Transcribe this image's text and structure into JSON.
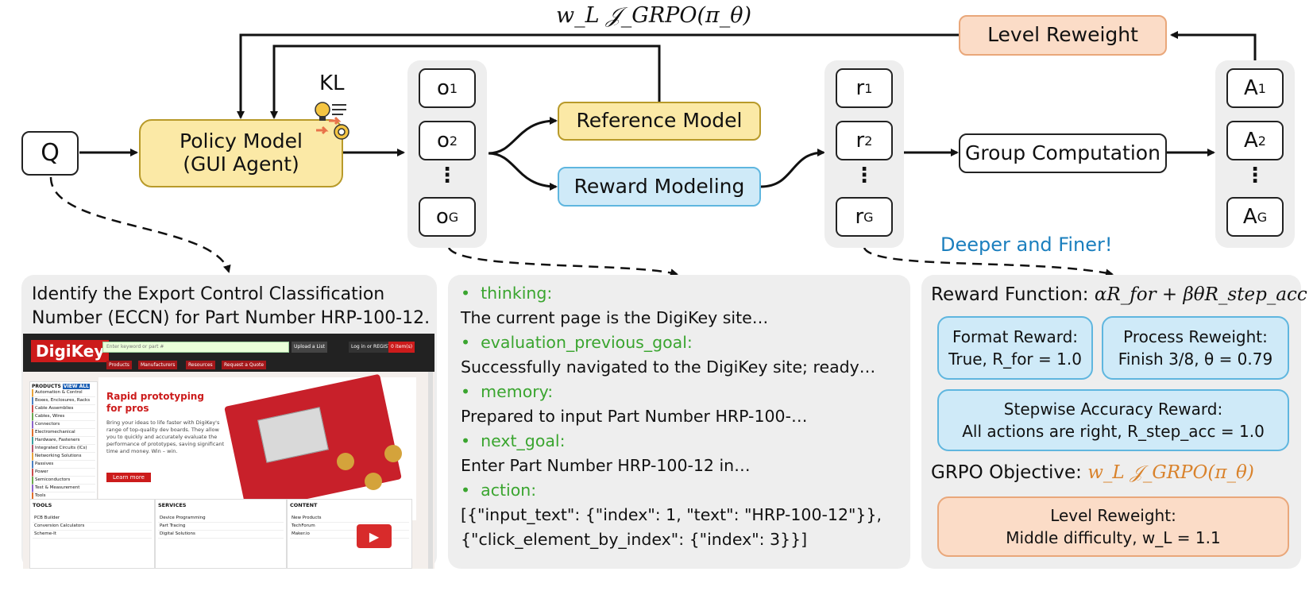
{
  "title_formula": "w_L 𝒥_GRPO(π_θ)",
  "nodes": {
    "q": "Q",
    "policy_line1": "Policy Model",
    "policy_line2": "(GUI Agent)",
    "kl": "KL",
    "reference": "Reference Model",
    "reward_modeling": "Reward Modeling",
    "group_computation": "Group Computation",
    "level_reweight": "Level Reweight"
  },
  "outputs": [
    {
      "base": "o",
      "sub": "1"
    },
    {
      "base": "o",
      "sub": "2"
    },
    {
      "base": "o",
      "sub": "G"
    }
  ],
  "rewards": [
    {
      "base": "r",
      "sub": "1"
    },
    {
      "base": "r",
      "sub": "2"
    },
    {
      "base": "r",
      "sub": "G"
    }
  ],
  "advantages": [
    {
      "base": "A",
      "sub": "1"
    },
    {
      "base": "A",
      "sub": "2"
    },
    {
      "base": "A",
      "sub": "G"
    }
  ],
  "vdots": "⋮",
  "deeper_finer": "Deeper and Finer!",
  "task": {
    "line1": "Identify the Export Control Classification",
    "line2": "Number (ECCN) for Part Number HRP-100-12."
  },
  "screenshot": {
    "logo": "DigiKey",
    "search_placeholder": "Enter keyword or part #",
    "upload": "Upload a List",
    "login": "Log in or REGISTER",
    "cart": "0 item(s)",
    "tabs": [
      "Products",
      "Manufacturers",
      "Resources",
      "Request a Quote"
    ],
    "products_header": "PRODUCTS",
    "view_all": "VIEW ALL",
    "categories": [
      "Automation & Control",
      "Boxes, Enclosures, Racks",
      "Cable Assemblies",
      "Cables, Wires",
      "Connectors",
      "Electromechanical",
      "Hardware, Fasteners",
      "Integrated Circuits (ICs)",
      "Networking Solutions",
      "Passives",
      "Power",
      "Semiconductors",
      "Test & Measurement",
      "Tools"
    ],
    "hero_title_1": "Rapid prototyping",
    "hero_title_2": "for pros",
    "hero_body": "Bring your ideas to life faster with DigiKey's range of top-quality dev boards. They allow you to quickly and accurately evaluate the performance of prototypes, saving significant time and money. Win – win.",
    "learn_more": "Learn more",
    "tools_header": "TOOLS",
    "tools": [
      "PCB Builder",
      "Conversion Calculators",
      "Scheme-It"
    ],
    "services_header": "SERVICES",
    "services": [
      "Device Programming",
      "Part Tracing",
      "Digital Solutions"
    ],
    "content_header": "CONTENT",
    "content": [
      "New Products",
      "TechForum",
      "Maker.io"
    ]
  },
  "agent_output": [
    {
      "key": "thinking:",
      "value": "The current page is the DigiKey site…"
    },
    {
      "key": "evaluation_previous_goal:",
      "value": "Successfully navigated to the DigiKey site; ready…"
    },
    {
      "key": "memory:",
      "value": "Prepared to input Part Number HRP-100-…"
    },
    {
      "key": "next_goal:",
      "value": "Enter Part Number HRP-100-12 in…"
    },
    {
      "key": "action:",
      "value": "[{\"input_text\": {\"index\": 1, \"text\": \"HRP-100-12\"}},"
    },
    {
      "key": "",
      "value": "{\"click_element_by_index\": {\"index\": 3}}]"
    }
  ],
  "bullet": "•",
  "reward_panel": {
    "reward_function_label": "Reward Function:",
    "reward_function_formula": "αR_for + βθR_step_acc",
    "format_title": "Format Reward:",
    "format_value": "True, R_for = 1.0",
    "process_title": "Process Reweight:",
    "process_value": "Finish 3/8, θ = 0.79",
    "stepwise_title": "Stepwise Accuracy Reward:",
    "stepwise_value": "All actions are right, R_step_acc = 1.0",
    "objective_label": "GRPO Objective:",
    "objective_formula": "w_L 𝒥_GRPO(π_θ)",
    "level_title": "Level Reweight:",
    "level_value": "Middle difficulty, w_L = 1.1"
  },
  "colors": {
    "yellow": "#fbe9a6",
    "blue": "#cfeaf8",
    "orange": "#fbdcc7",
    "green_text": "#3aa52f",
    "blue_text": "#1b7fbe"
  }
}
